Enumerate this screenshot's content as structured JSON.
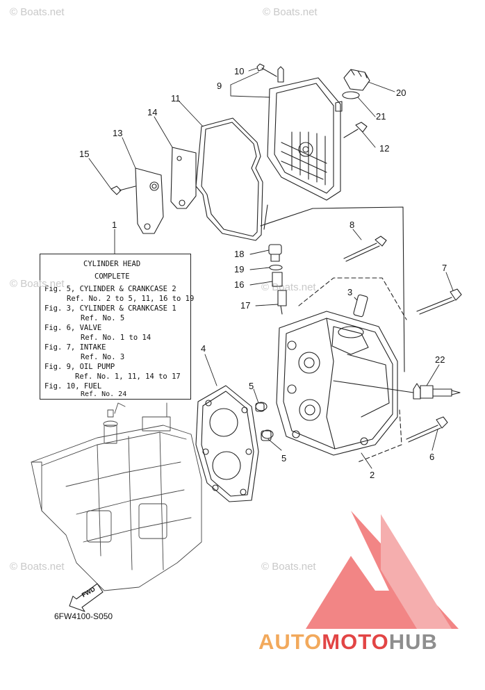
{
  "watermarks": [
    "© Boats.net",
    "© Boats.net",
    "© Boats.net",
    "© Boats.net",
    "© Boats.net",
    "© Boats.net"
  ],
  "callouts": [
    "10",
    "9",
    "20",
    "21",
    "12",
    "11",
    "14",
    "13",
    "15",
    "1",
    "8",
    "18",
    "19",
    "16",
    "17",
    "3",
    "7",
    "4",
    "22",
    "5",
    "5",
    "6",
    "2"
  ],
  "notes": {
    "title": "CYLINDER HEAD",
    "subtitle": "COMPLETE",
    "lines": [
      "Fig. 5, CYLINDER & CRANKCASE 2",
      "Ref. No. 2 to 5, 11, 16 to 19",
      "Fig. 3, CYLINDER & CRANKCASE 1",
      "Ref. No. 5",
      "Fig. 6, VALVE",
      "Ref. No. 1 to 14",
      "Fig. 7, INTAKE",
      "Ref. No. 3",
      "Fig. 9, OIL PUMP",
      "Ref. No. 1, 11, 14 to 17",
      "Fig. 10, FUEL",
      "Ref. No. 24"
    ]
  },
  "fwd_label": "FWD",
  "drawing_code": "6FW4100-S050",
  "brand": {
    "part1": "AUTO",
    "part2": "MOTO",
    "part3": "HUB"
  },
  "colors": {
    "logo_red": "#e24545",
    "logo_orange": "#f2a95c",
    "logo_gray": "#8e8e8e",
    "line": "#222222",
    "watermark": "#c9c9c9"
  }
}
